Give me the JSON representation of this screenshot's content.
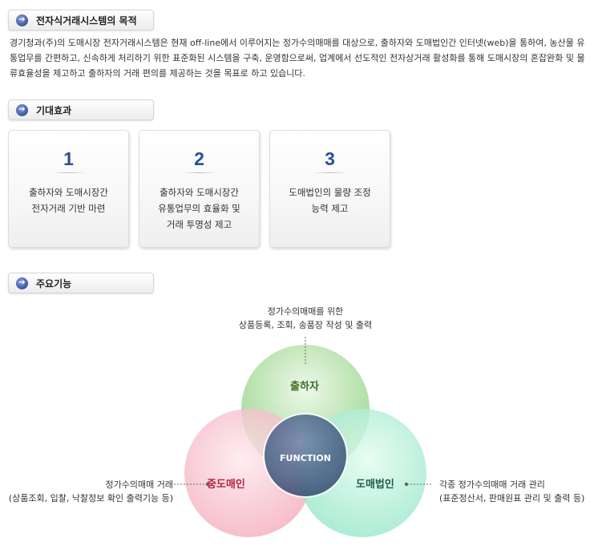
{
  "sections": {
    "purpose": {
      "title": "전자식거래시스템의 목적"
    },
    "effects": {
      "title": "기대효과"
    },
    "functions": {
      "title": "주요기능"
    }
  },
  "purpose_text": "경기청과(주)의 도매시장 전자거래시스템은 현재 off-line에서 이루어지는 정가수의매매를 대상으로, 출하자와 도매법인간 인터넷(web)을 통하여, 농산물 유통업무를 간편하고, 신속하게 처리하기 위한 표준화된 시스템을 구축, 운영함으로써, 업계에서 선도적인 전자상거래 활성화를 통해 도매시장의 혼잡완화 및 물류효율성을 제고하고 출하자의 거래 편의를 제공하는 것을 목표로 하고 있습니다.",
  "cards": [
    {
      "number": "1",
      "text": "출하자와 도매시장간\n전자거래 기반 마련"
    },
    {
      "number": "2",
      "text": "출하자와 도매시장간\n유통업무의 효율화 및\n거래 투명성 제고"
    },
    {
      "number": "3",
      "text": "도매법인의 물량 조정\n능력 제고"
    }
  ],
  "diagram": {
    "center": "FUNCTION",
    "top_circle": "출하자",
    "left_circle": "중도매인",
    "right_circle": "도매법인",
    "top_desc": "정가수의매매를 위한\n상품등록, 조회, 송품장 작성 및 출력",
    "left_desc": "정가수의매매 거래\n(상품조회, 입찰, 낙찰정보 확인 출력기능 등)",
    "right_desc": "각종 정가수의매매 거래 관리\n(표준정산서, 판매원표 관리 및 출력 등)",
    "colors": {
      "top": "#6cc26a",
      "left": "#f08aa0",
      "right": "#7fe0bd",
      "center": "#3f5c86"
    }
  }
}
